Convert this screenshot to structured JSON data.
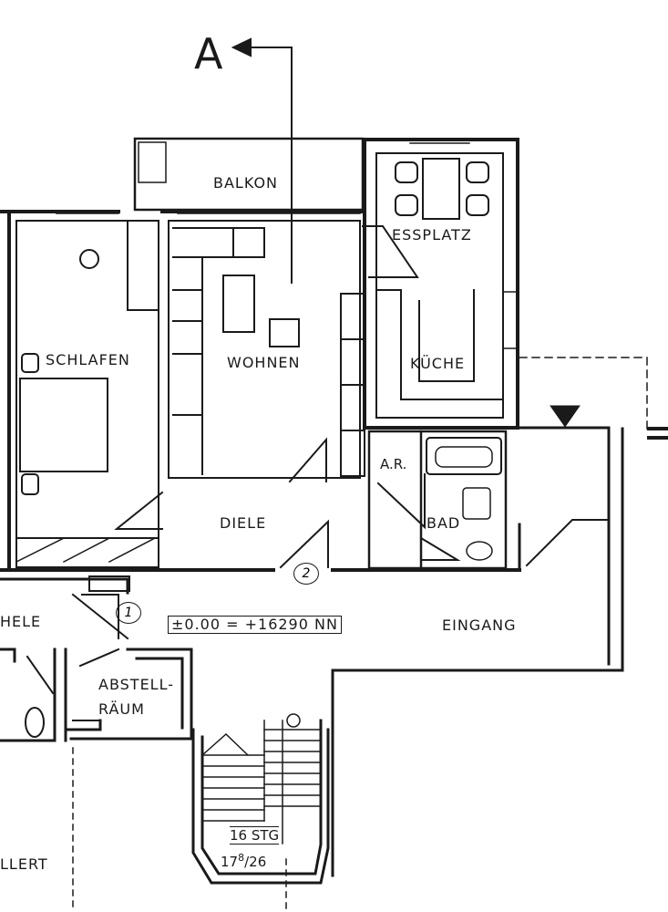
{
  "section_marker": "A",
  "rooms": {
    "balkon": "BALKON",
    "essplatz": "ESSPLATZ",
    "schlafen": "SCHLAFEN",
    "wohnen": "WOHNEN",
    "kueche": "KÜCHE",
    "ar": "A.R.",
    "bad": "BAD",
    "diele": "DIELE",
    "hele": "HELE",
    "eingang": "EINGANG",
    "abstell1": "ABSTELL-",
    "abstell2": "RÄUM",
    "ellert": "LLERT"
  },
  "level": "±0.00 = +16290 NN",
  "door_numbers": [
    "1",
    "2"
  ],
  "stairs": {
    "steps": "16 STG",
    "ratio_prefix": "17",
    "ratio_sup": "8",
    "ratio_suffix": "/26"
  }
}
